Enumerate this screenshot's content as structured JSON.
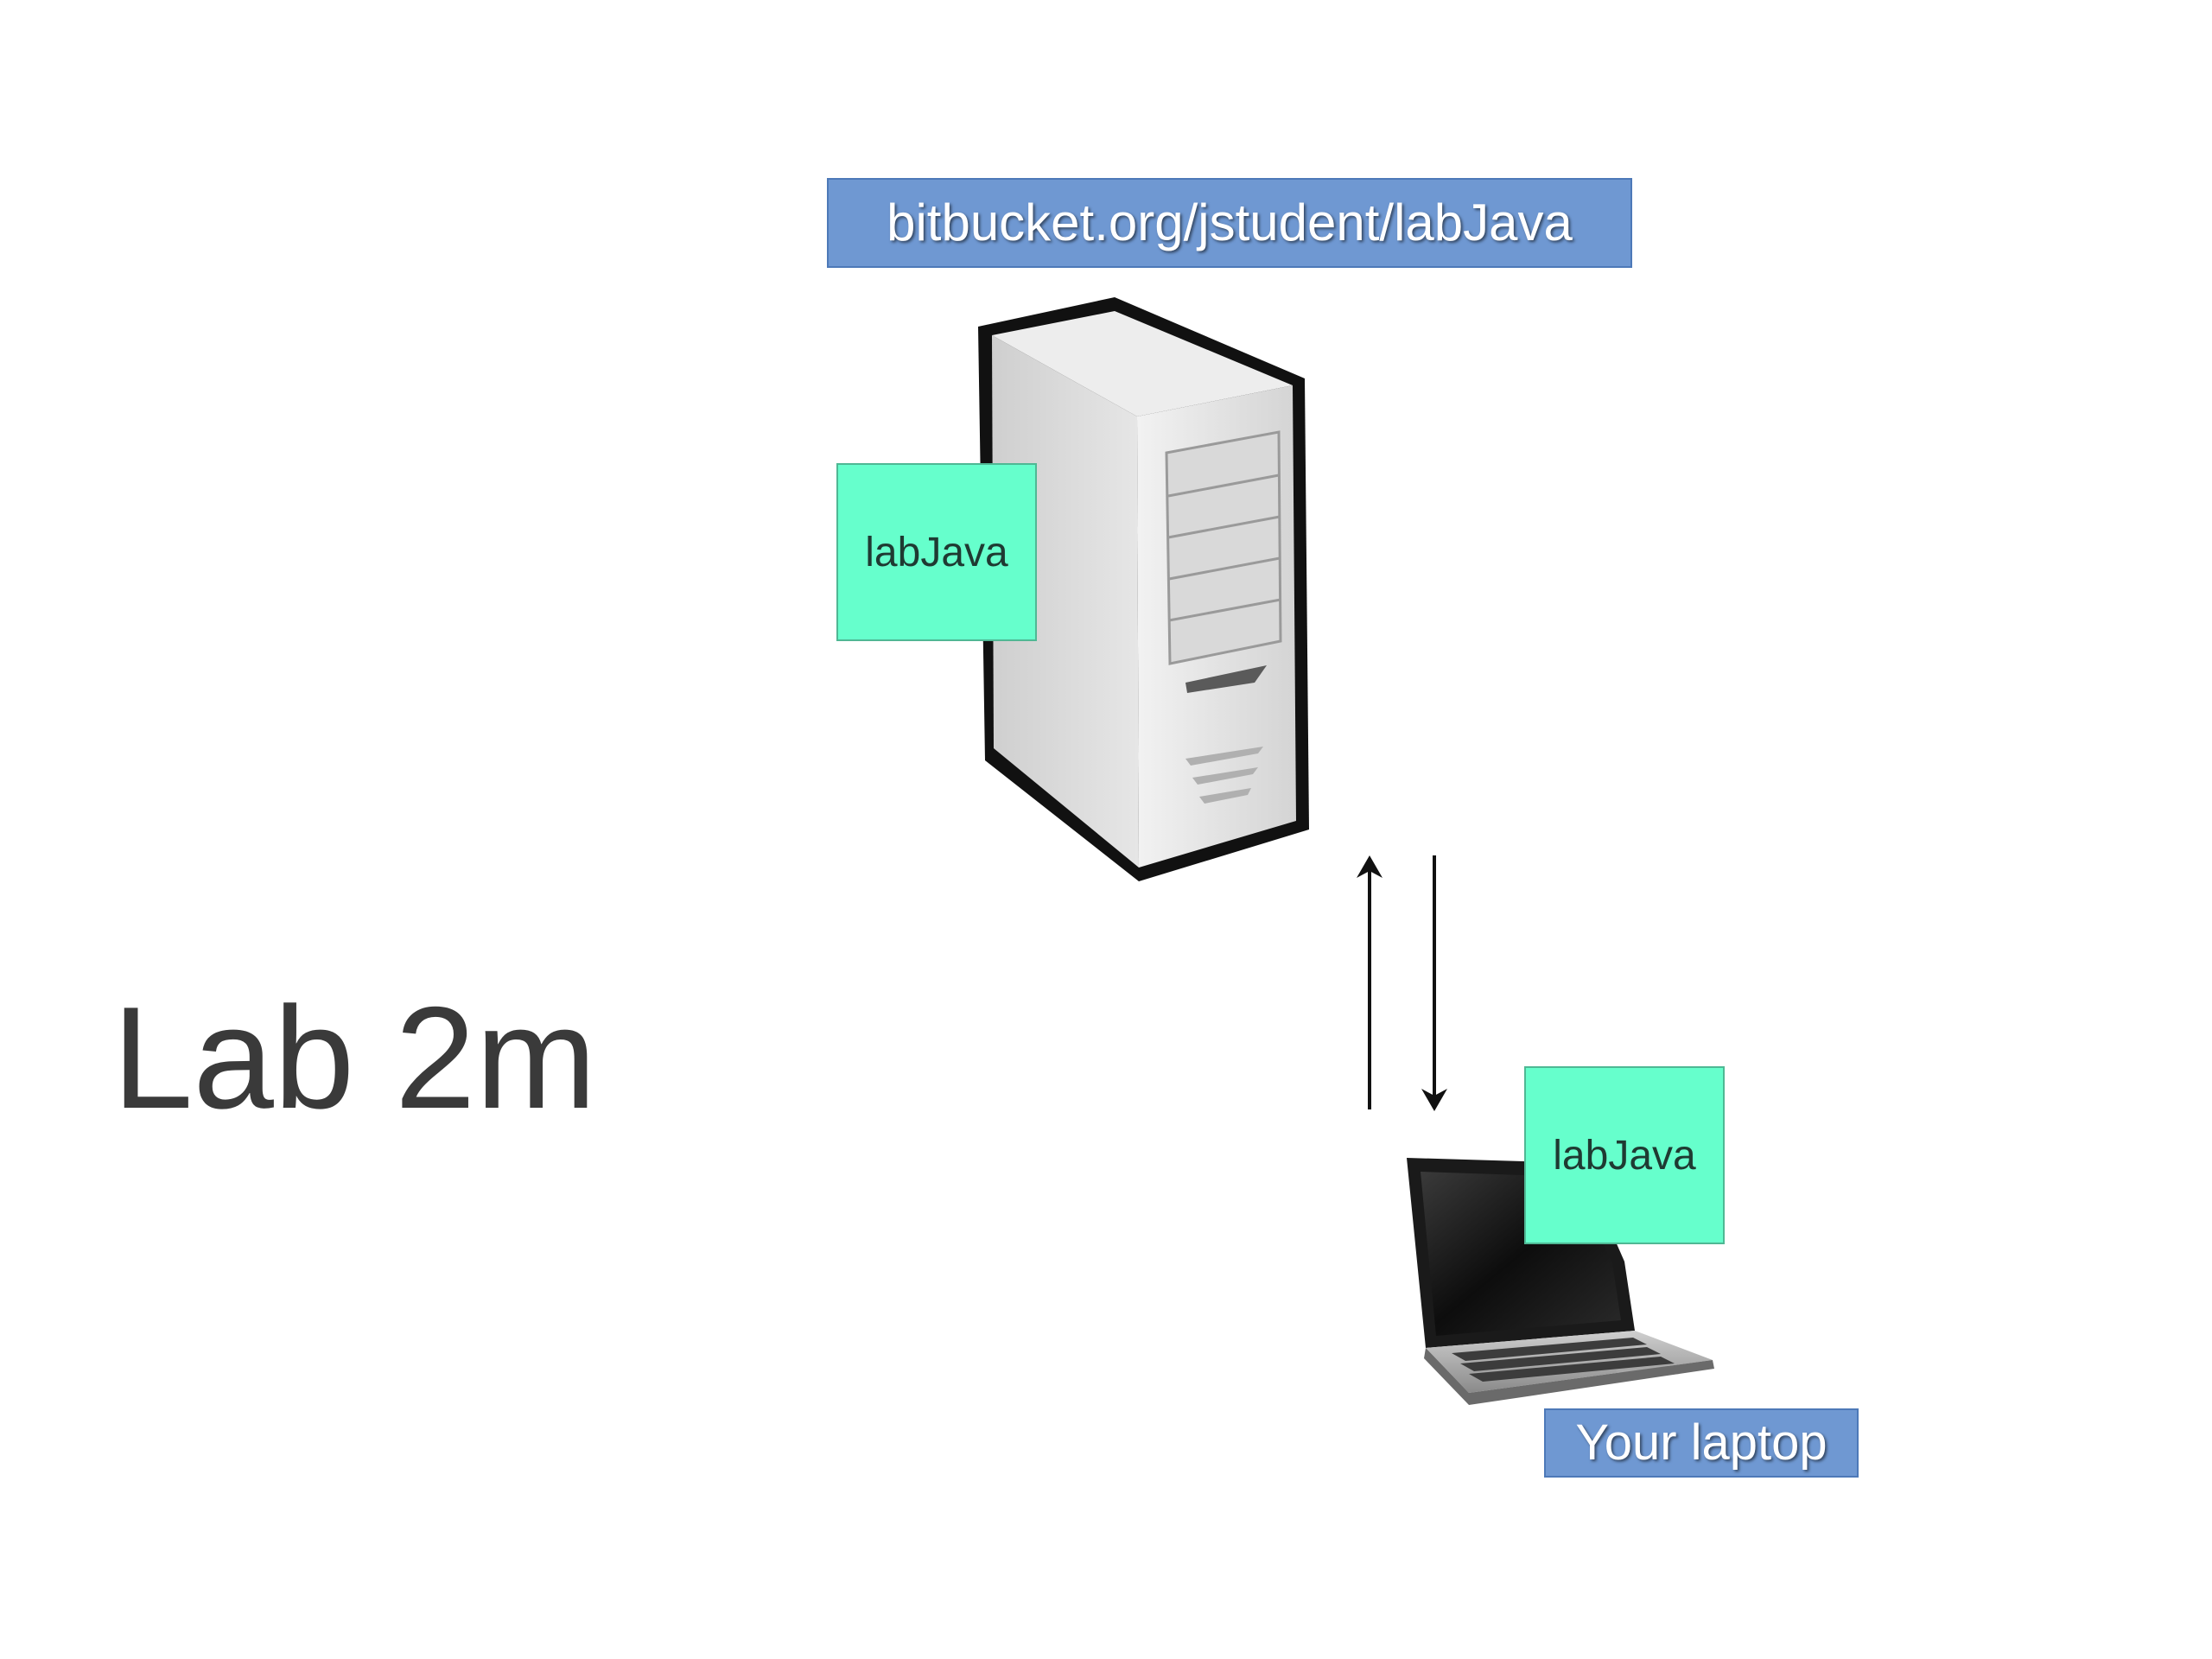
{
  "slide": {
    "title": "Lab 2m"
  },
  "server": {
    "url_label": "bitbucket.org/jstudent/labJava",
    "repo_label": "labJava",
    "icon": "server-tower-icon"
  },
  "laptop": {
    "caption": "Your laptop",
    "repo_label": "labJava",
    "icon": "laptop-icon"
  },
  "arrows": {
    "push": "arrow-up-icon",
    "pull": "arrow-down-icon"
  },
  "colors": {
    "label_blue": "#6f98d2",
    "repo_green": "#66ffcc",
    "title_text": "#3a3a3a"
  }
}
